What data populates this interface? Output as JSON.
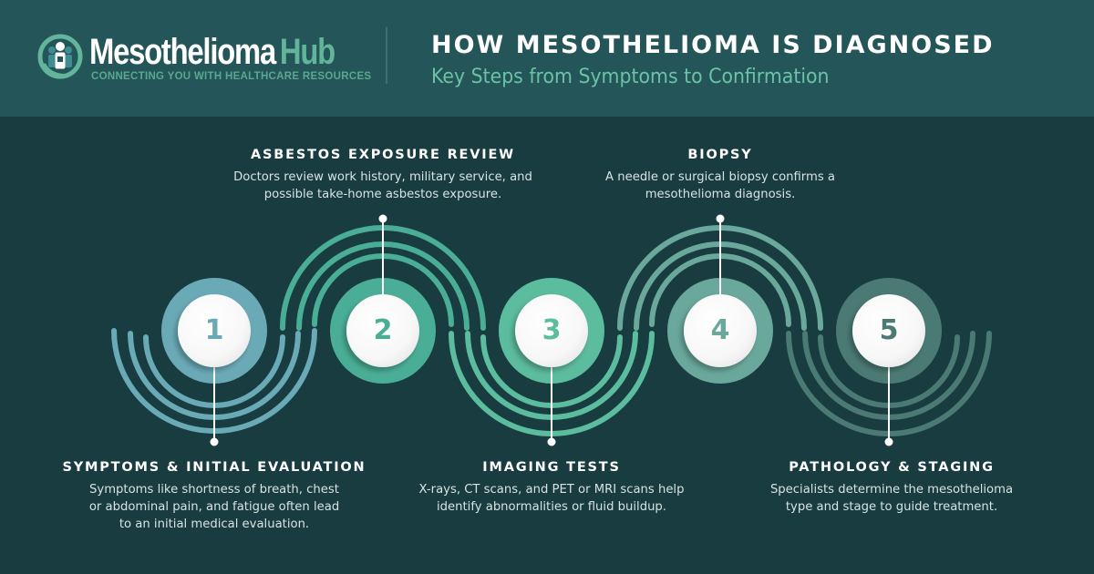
{
  "header": {
    "logo": {
      "name_primary": "Mesothelioma",
      "name_accent": "Hub",
      "tagline": "CONNECTING YOU WITH HEALTHCARE RESOURCES",
      "icon": "people-circle-icon"
    },
    "title": "HOW MESOTHELIOMA IS DIAGNOSED",
    "subtitle": "Key Steps from Symptoms to Confirmation"
  },
  "colors": {
    "header_bg": "#245559",
    "body_bg": "#183c40",
    "accent_green": "#62b49a",
    "step1": "#6aaab6",
    "step2": "#4aae96",
    "step3": "#5cbc9e",
    "step4": "#6aa89c",
    "step5": "#4b7a74"
  },
  "steps": [
    {
      "number": "1",
      "title": "SYMPTOMS & INITIAL EVALUATION",
      "description": "Symptoms like shortness of breath, chest\nor abdominal pain, and fatigue often lead\nto an initial medical evaluation.",
      "position": "below"
    },
    {
      "number": "2",
      "title": "ASBESTOS EXPOSURE REVIEW",
      "description": "Doctors review work history, military service, and\npossible take-home asbestos exposure.",
      "position": "above"
    },
    {
      "number": "3",
      "title": "IMAGING TESTS",
      "description": "X-rays, CT scans, and PET or MRI scans help\nidentify abnormalities or fluid buildup.",
      "position": "below"
    },
    {
      "number": "4",
      "title": "BIOPSY",
      "description": "A needle or surgical biopsy confirms a\nmesothelioma diagnosis.",
      "position": "above"
    },
    {
      "number": "5",
      "title": "PATHOLOGY & STAGING",
      "description": "Specialists determine the mesothelioma\ntype and stage to guide treatment.",
      "position": "below"
    }
  ]
}
